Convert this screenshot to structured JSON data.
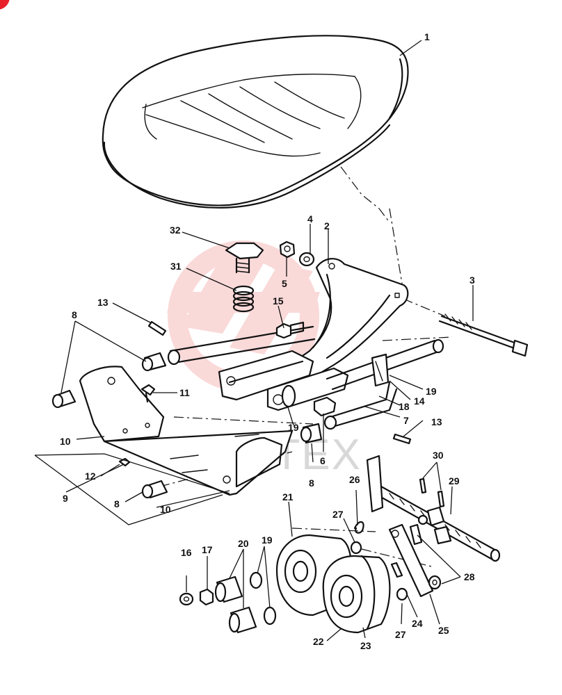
{
  "watermark": {
    "text": "ИНТЕХ",
    "color": "#f08a8a"
  },
  "corner_mark_color": "#e8212b",
  "callouts": {
    "c1": "1",
    "c2": "2",
    "c3": "3",
    "c4": "4",
    "c5": "5",
    "c6": "6",
    "c7": "7",
    "c8a": "8",
    "c8b": "8",
    "c8c": "8",
    "c9": "9",
    "c10a": "10",
    "c10b": "10",
    "c11": "11",
    "c12": "12",
    "c13a": "13",
    "c13b": "13",
    "c14": "14",
    "c15": "15",
    "c16": "16",
    "c17": "17",
    "c18": "18",
    "c19a": "19",
    "c19b": "19",
    "c19c": "19",
    "c20": "20",
    "c21": "21",
    "c22": "22",
    "c23": "23",
    "c24": "24",
    "c25": "25",
    "c26": "26",
    "c27a": "27",
    "c27b": "27",
    "c28": "28",
    "c29": "29",
    "c30": "30",
    "c31": "31",
    "c32": "32"
  }
}
